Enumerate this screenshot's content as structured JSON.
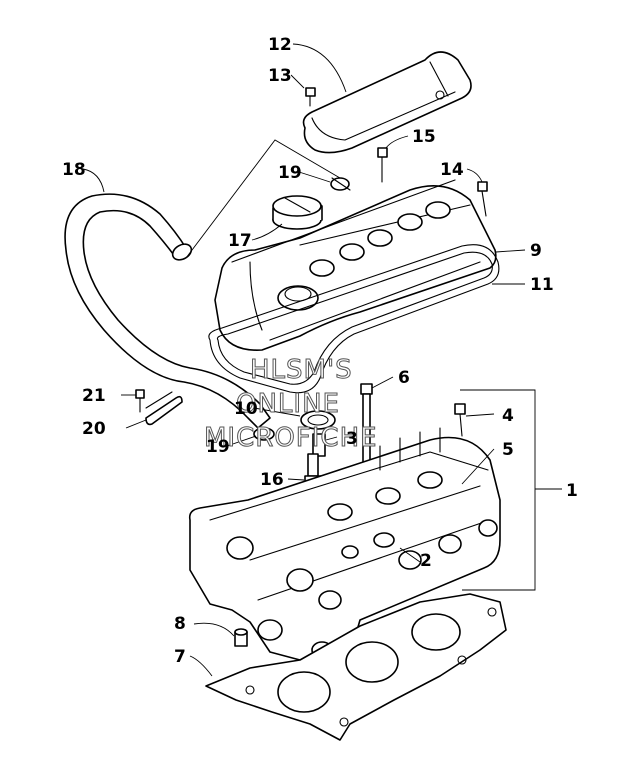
{
  "diagram": {
    "watermark": [
      "HLSM'S",
      "ONLINE",
      "MICROFICHE"
    ],
    "callouts": [
      {
        "id": "1",
        "text": "1"
      },
      {
        "id": "2",
        "text": "2"
      },
      {
        "id": "3",
        "text": "3"
      },
      {
        "id": "4",
        "text": "4"
      },
      {
        "id": "5",
        "text": "5"
      },
      {
        "id": "6",
        "text": "6"
      },
      {
        "id": "7",
        "text": "7"
      },
      {
        "id": "8",
        "text": "8"
      },
      {
        "id": "9",
        "text": "9"
      },
      {
        "id": "10",
        "text": "10"
      },
      {
        "id": "11",
        "text": "11"
      },
      {
        "id": "12",
        "text": "12"
      },
      {
        "id": "13",
        "text": "13"
      },
      {
        "id": "14",
        "text": "14"
      },
      {
        "id": "15",
        "text": "15"
      },
      {
        "id": "16",
        "text": "16"
      },
      {
        "id": "17",
        "text": "17"
      },
      {
        "id": "18",
        "text": "18"
      },
      {
        "id": "19a",
        "text": "19"
      },
      {
        "id": "19b",
        "text": "19"
      },
      {
        "id": "20",
        "text": "20"
      },
      {
        "id": "21",
        "text": "21"
      }
    ]
  }
}
